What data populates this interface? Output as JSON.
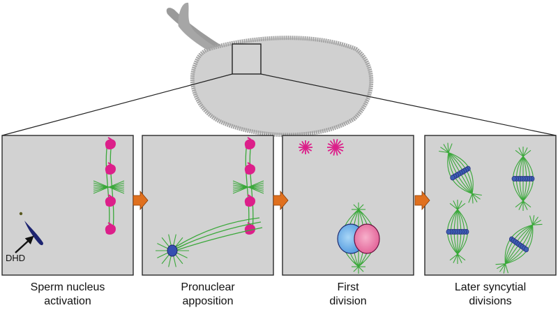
{
  "colors": {
    "background": "#ffffff",
    "panel_fill": "#d2d2d2",
    "panel_border": "#2a2a2a",
    "egg_fill": "#d0d0d0",
    "egg_rim": "#a4a4a4",
    "dorsal_appendage": "#9a9a9a",
    "arrow_orange": "#e0701e",
    "microtubule": "#3aa83a",
    "centrosome_magenta": "#dc1f8a",
    "chromatin_blue": "#28307e",
    "chromosome_blue": "#3d5fb4",
    "pronucleus_blue": "#6aaee8",
    "pronucleus_pink": "#ee7aa8"
  },
  "icons": [
    "dorsal-appendage",
    "egg-outline",
    "zoom-box",
    "process-arrow",
    "spindle",
    "centrosome",
    "sperm-nucleus",
    "pronucleus",
    "aster"
  ],
  "annotation": {
    "dhd_label": "DHD"
  },
  "panels": [
    {
      "line1": "Sperm nucleus",
      "line2": "activation"
    },
    {
      "line1": "Pronuclear",
      "line2": "apposition"
    },
    {
      "line1": "First",
      "line2": "division"
    },
    {
      "line1": "Later syncytial",
      "line2": "divisions"
    }
  ]
}
